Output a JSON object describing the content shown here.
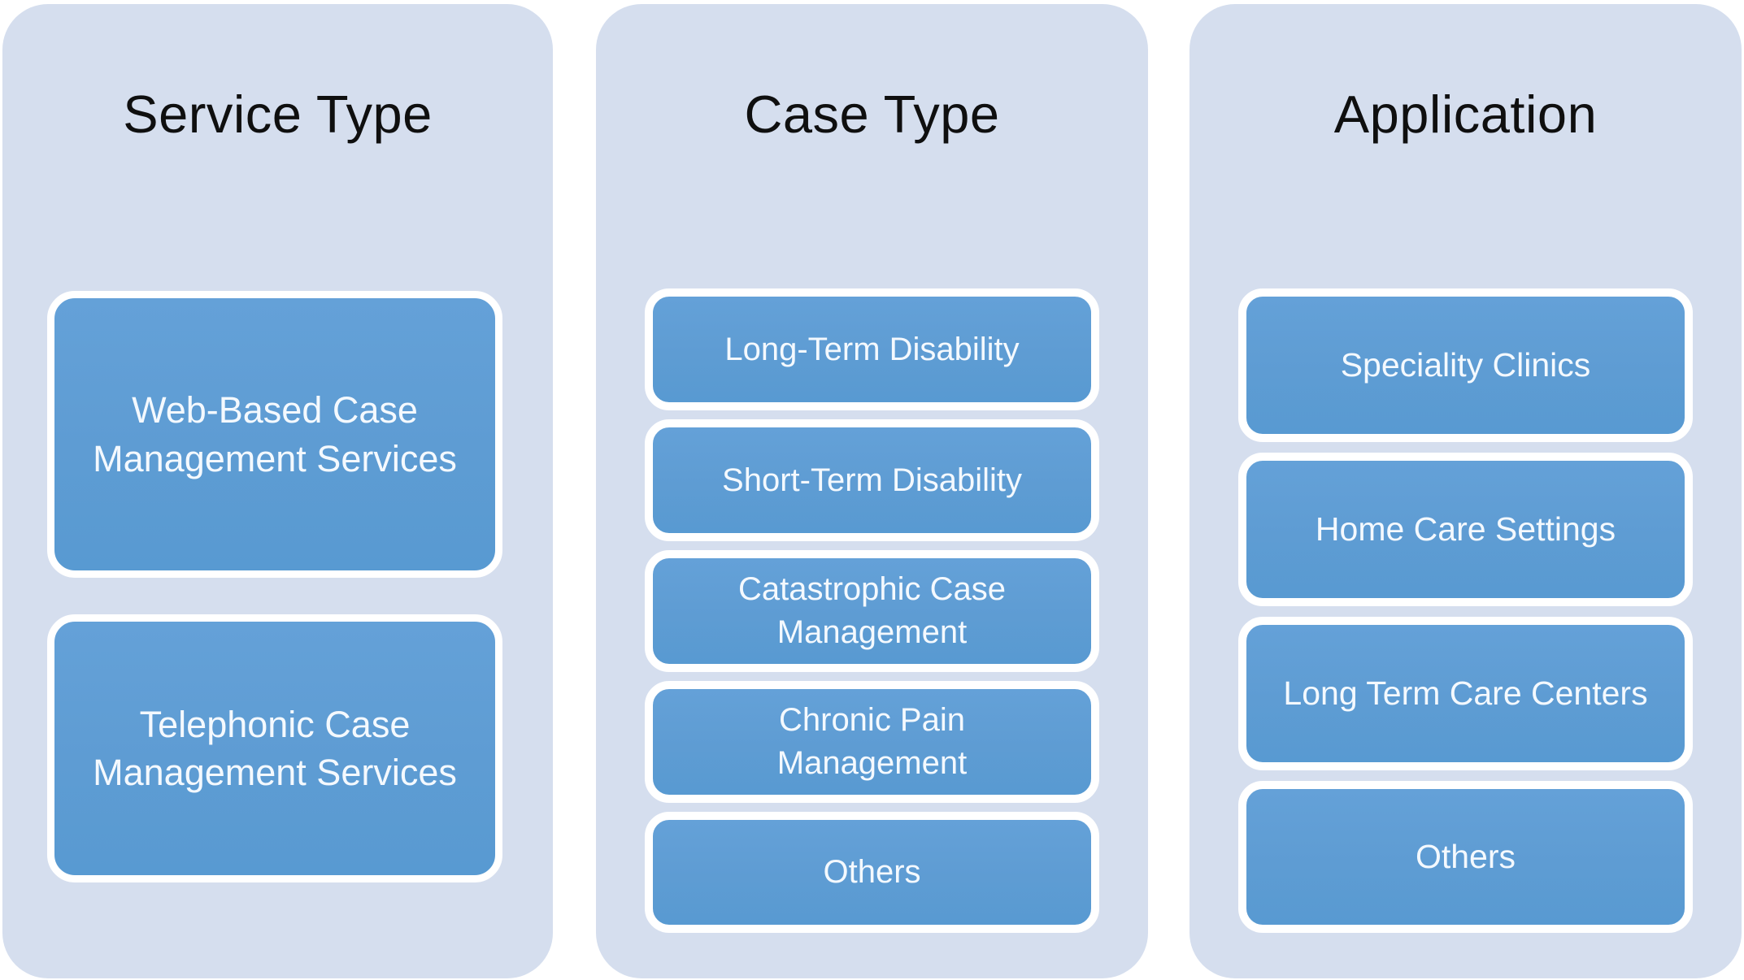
{
  "diagram": {
    "background": "#ffffff",
    "panel_color": "#d5deee",
    "box_color": "#5e9cd3",
    "box_border_color": "#ffffff",
    "title_color": "#0f0f0f",
    "box_text_color": "#f4f9fe"
  },
  "columns": [
    {
      "title": "Service Type",
      "boxes": [
        {
          "label": "Web-Based Case\nManagement Services"
        },
        {
          "label": "Telephonic Case\nManagement Services"
        }
      ]
    },
    {
      "title": "Case Type",
      "boxes": [
        {
          "label": "Long-Term Disability"
        },
        {
          "label": "Short-Term Disability"
        },
        {
          "label": "Catastrophic Case\nManagement"
        },
        {
          "label": "Chronic Pain\nManagement"
        },
        {
          "label": "Others"
        }
      ]
    },
    {
      "title": "Application",
      "boxes": [
        {
          "label": "Speciality Clinics"
        },
        {
          "label": "Home Care Settings"
        },
        {
          "label": "Long Term Care Centers"
        },
        {
          "label": "Others"
        }
      ]
    }
  ]
}
